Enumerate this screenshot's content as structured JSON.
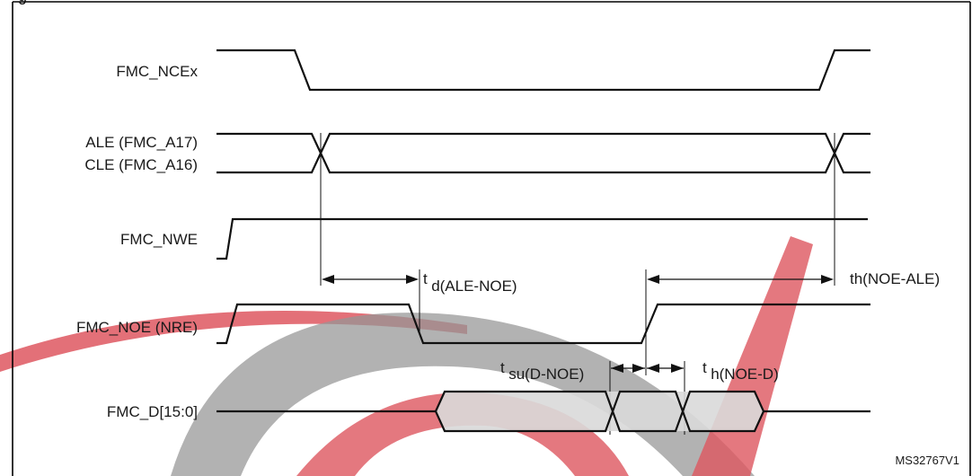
{
  "heading_partial": "g",
  "signals": [
    {
      "id": "nce",
      "label": "FMC_NCEx"
    },
    {
      "id": "ale",
      "label": "ALE (FMC_A17)"
    },
    {
      "id": "cle",
      "label": "CLE (FMC_A16)"
    },
    {
      "id": "nwe",
      "label": "FMC_NWE"
    },
    {
      "id": "noe",
      "label": "FMC_NOE (NRE)"
    },
    {
      "id": "data",
      "label": "FMC_D[15:0]"
    }
  ],
  "timing_params": {
    "td": {
      "main": "t",
      "sub": "d(ALE-NOE)"
    },
    "th_ale": {
      "text": "th(NOE-ALE)"
    },
    "tsu": {
      "main": "t",
      "sub": "su(D-NOE)"
    },
    "th_d": {
      "main": "t",
      "sub": "h(NOE-D)"
    }
  },
  "figure_id": "MS32767V1",
  "colors": {
    "line": "#111111",
    "data_fill": "#d9d9d9",
    "watermark_red": "#d9434e",
    "watermark_gray": "#8c8c8c"
  }
}
